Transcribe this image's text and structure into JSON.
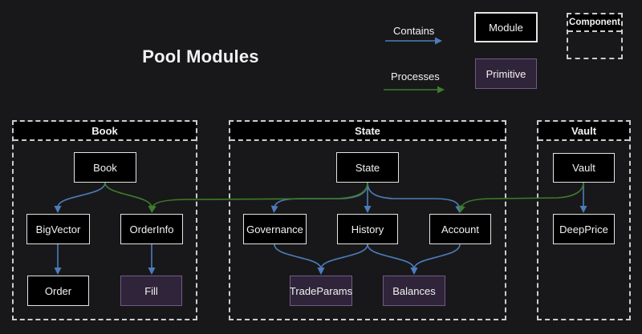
{
  "title": "Pool Modules",
  "legend": {
    "contains_label": "Contains",
    "processes_label": "Processes",
    "module_label": "Module",
    "primitive_label": "Primitive",
    "component_label": "Component"
  },
  "colors": {
    "background": "#18181a",
    "contains_blue": "#4d7cba",
    "processes_green": "#3e7c2b",
    "module_fill": "#000000",
    "module_border": "#e4e4e2",
    "primitive_fill": "#2f2439",
    "primitive_border": "#75588a",
    "container_border": "#cccccc",
    "text_color": "#f2f2f2"
  },
  "containers": {
    "book": {
      "title": "Book",
      "nodes": {
        "book": "Book",
        "bigvector": "BigVector",
        "orderinfo": "OrderInfo",
        "order": "Order",
        "fill": "Fill"
      }
    },
    "state": {
      "title": "State",
      "nodes": {
        "state": "State",
        "governance": "Governance",
        "history": "History",
        "account": "Account",
        "tradeparams": "TradeParams",
        "balances": "Balances"
      }
    },
    "vault": {
      "title": "Vault",
      "nodes": {
        "vault": "Vault",
        "deepprice": "DeepPrice"
      }
    }
  },
  "edges": [
    {
      "from": "Book",
      "to": "BigVector",
      "type": "contains"
    },
    {
      "from": "Book",
      "to": "OrderInfo",
      "type": "processes"
    },
    {
      "from": "State",
      "to": "OrderInfo",
      "type": "processes"
    },
    {
      "from": "BigVector",
      "to": "Order",
      "type": "contains"
    },
    {
      "from": "OrderInfo",
      "to": "Fill",
      "type": "contains"
    },
    {
      "from": "State",
      "to": "Governance",
      "type": "contains"
    },
    {
      "from": "State",
      "to": "History",
      "type": "contains"
    },
    {
      "from": "State",
      "to": "Account",
      "type": "contains"
    },
    {
      "from": "Vault",
      "to": "Account",
      "type": "processes"
    },
    {
      "from": "Governance",
      "to": "TradeParams",
      "type": "contains"
    },
    {
      "from": "History",
      "to": "TradeParams",
      "type": "contains"
    },
    {
      "from": "History",
      "to": "Balances",
      "type": "contains"
    },
    {
      "from": "Account",
      "to": "Balances",
      "type": "contains"
    },
    {
      "from": "Vault",
      "to": "DeepPrice",
      "type": "contains"
    }
  ]
}
